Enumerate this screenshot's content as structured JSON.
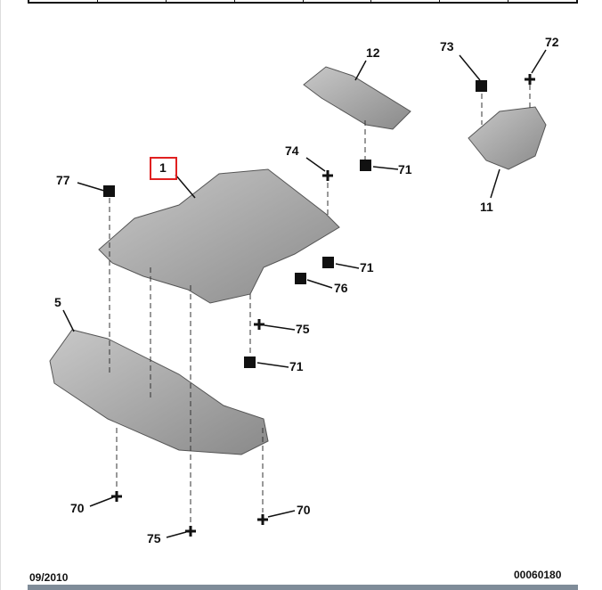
{
  "diagram": {
    "callouts": [
      {
        "id": "c12",
        "label": "12"
      },
      {
        "id": "c73",
        "label": "73"
      },
      {
        "id": "c72",
        "label": "72"
      },
      {
        "id": "c74",
        "label": "74"
      },
      {
        "id": "c71a",
        "label": "71"
      },
      {
        "id": "c11",
        "label": "11"
      },
      {
        "id": "c1",
        "label": "1",
        "highlighted": true
      },
      {
        "id": "c77",
        "label": "77"
      },
      {
        "id": "c71b",
        "label": "71"
      },
      {
        "id": "c76",
        "label": "76"
      },
      {
        "id": "c75a",
        "label": "75"
      },
      {
        "id": "c71c",
        "label": "71"
      },
      {
        "id": "c5",
        "label": "5"
      },
      {
        "id": "c70a",
        "label": "70"
      },
      {
        "id": "c70b",
        "label": "70"
      },
      {
        "id": "c75b",
        "label": "75"
      }
    ],
    "highlight_color": "#e02020"
  },
  "footer": {
    "date": "09/2010",
    "code": "00060180"
  }
}
